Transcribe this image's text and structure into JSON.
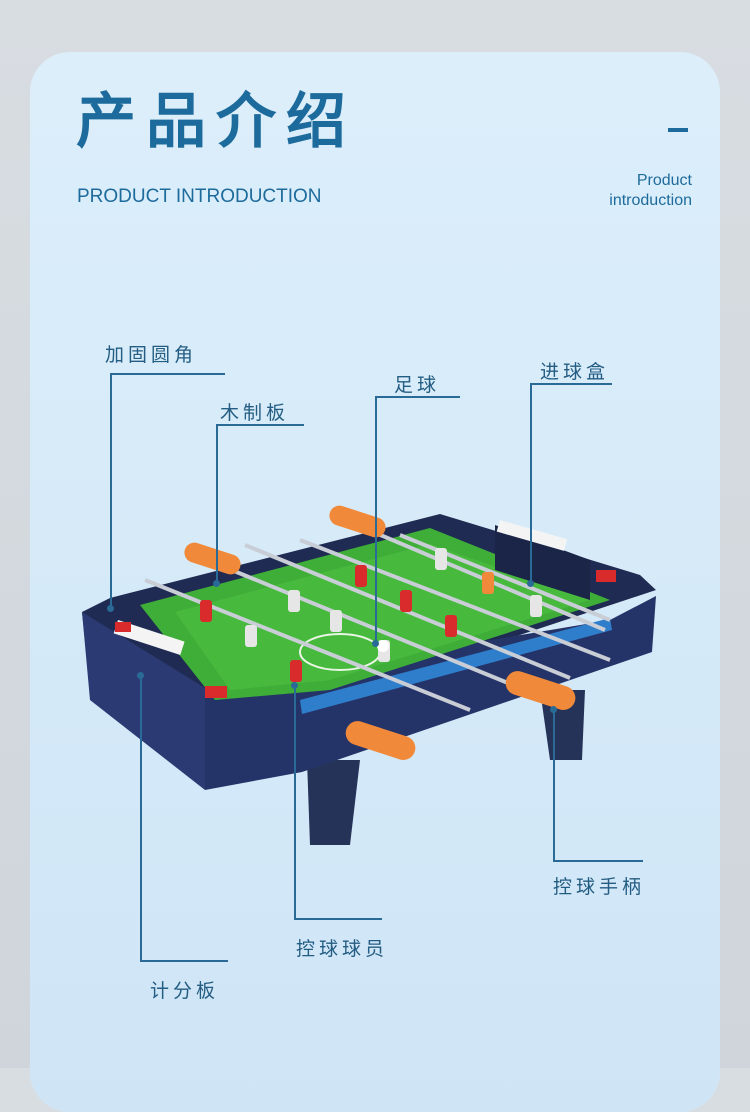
{
  "header": {
    "title_cn": "产品介绍",
    "title_en": "PRODUCT INTRODUCTION",
    "subtitle_line1": "Product",
    "subtitle_line2": "introduction"
  },
  "callouts": {
    "reinforced_corner": "加固圆角",
    "wood_board": "木制板",
    "ball": "足球",
    "goal_box": "进球盒",
    "handle": "控球手柄",
    "player": "控球球员",
    "scoreboard": "计分板"
  },
  "colors": {
    "accent": "#1d6b9c",
    "frame": "#23305e",
    "field": "#3fae38",
    "handle": "#f08a3a",
    "red_player": "#d92b2b"
  }
}
